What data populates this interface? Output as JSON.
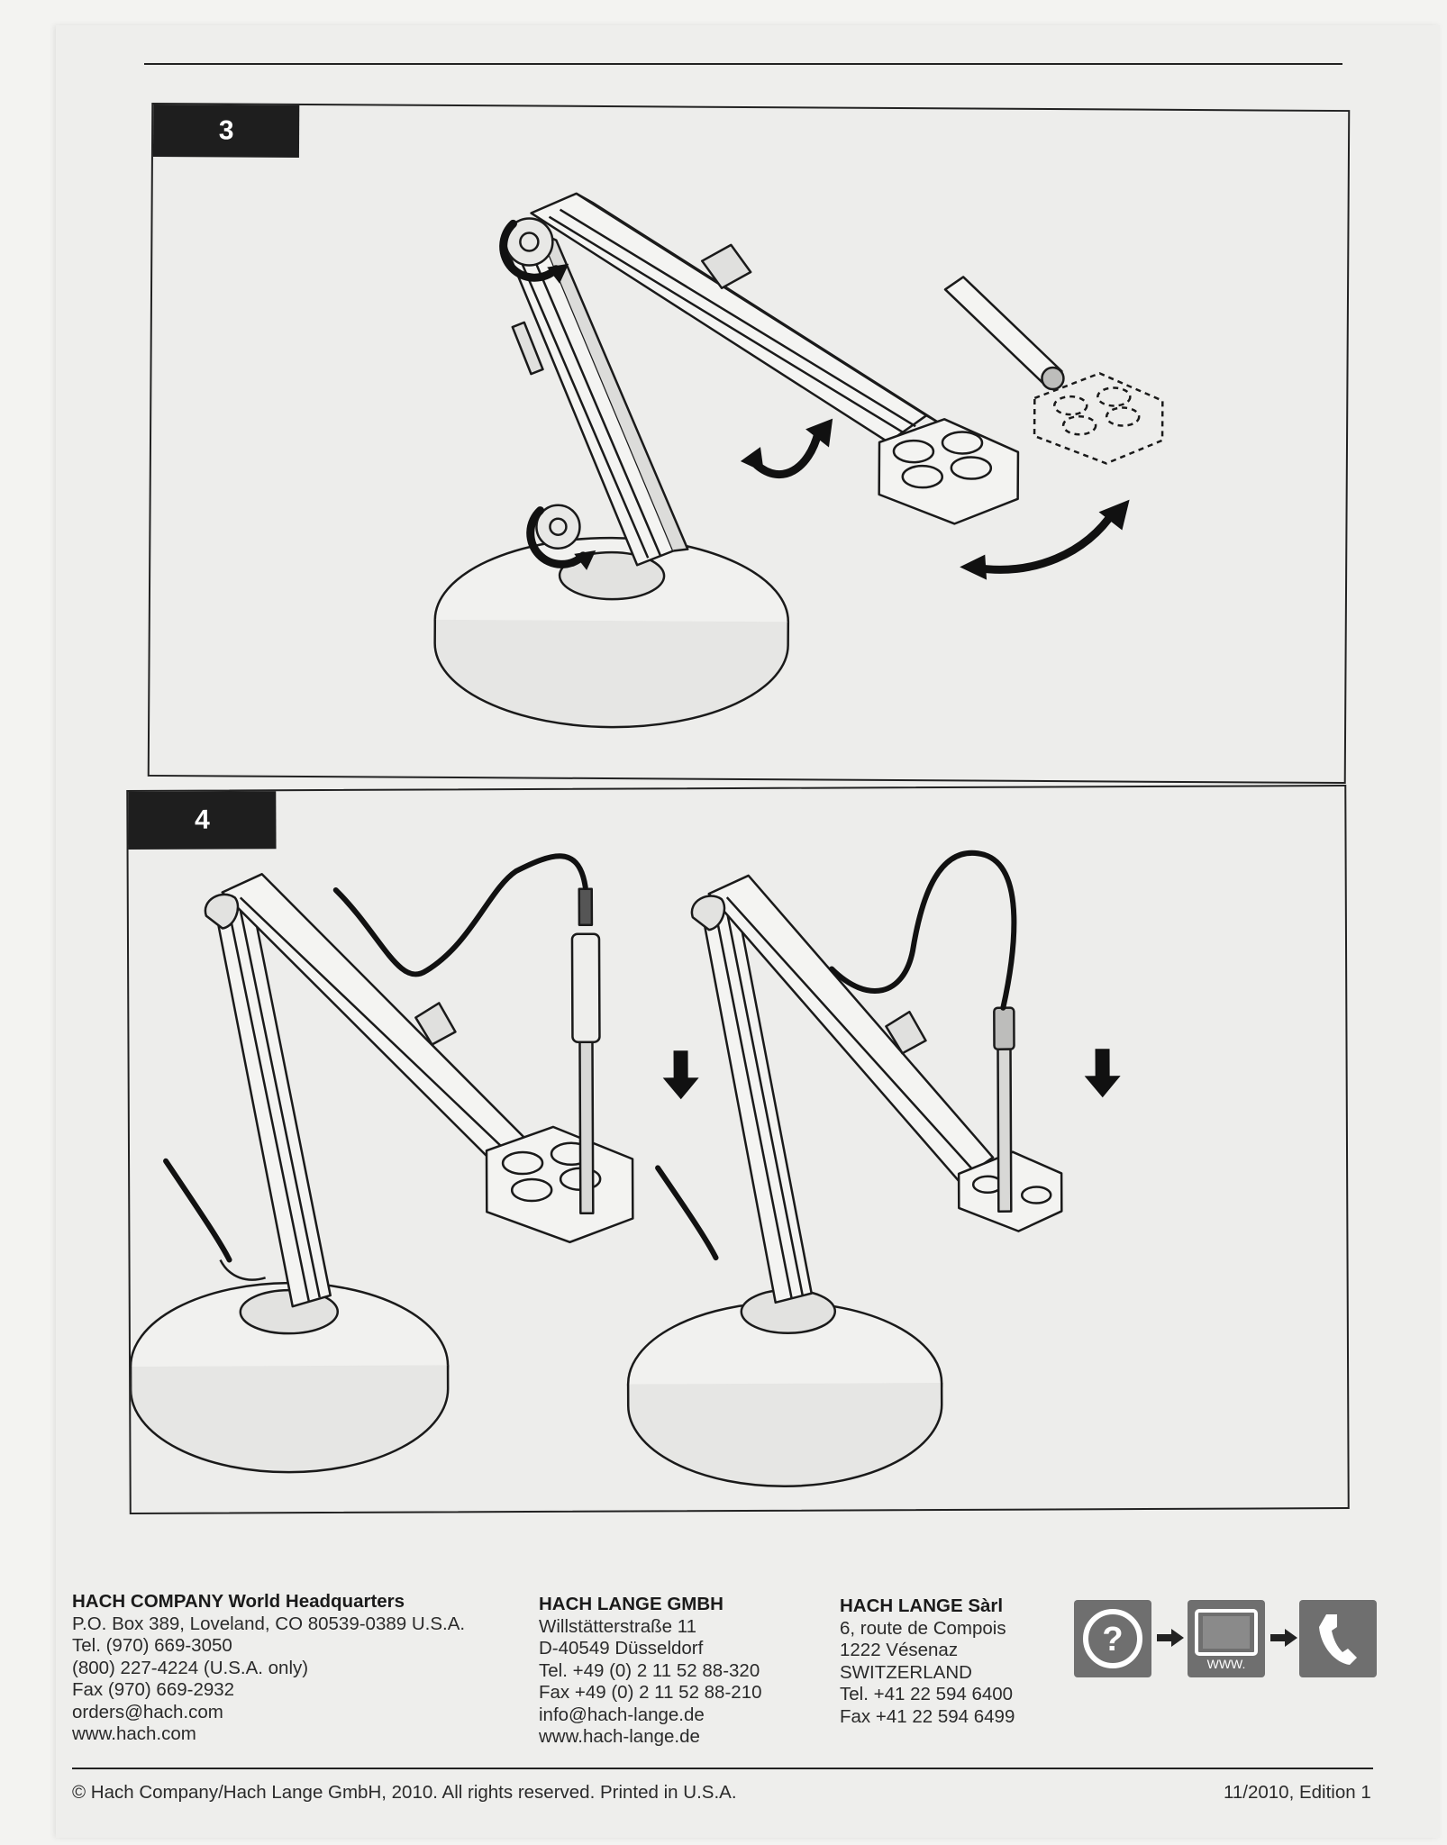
{
  "steps": [
    {
      "number": "3"
    },
    {
      "number": "4"
    }
  ],
  "footer": {
    "company_hq": {
      "name": "HACH COMPANY World Headquarters",
      "lines": [
        "P.O. Box 389, Loveland, CO 80539-0389 U.S.A.",
        "Tel. (970) 669-3050",
        "(800) 227-4224 (U.S.A. only)",
        "Fax (970) 669-2932",
        "orders@hach.com",
        "www.hach.com"
      ]
    },
    "hach_lange_gmbh": {
      "name": "HACH LANGE GMBH",
      "lines": [
        "Willstätterstraße 11",
        "D-40549 Düsseldorf",
        "Tel. +49 (0) 2 11 52 88-320",
        "Fax +49 (0) 2 11 52 88-210",
        "info@hach-lange.de",
        "www.hach-lange.de"
      ]
    },
    "hach_lange_sarl": {
      "name": "HACH LANGE Sàrl",
      "lines": [
        "6, route de Compois",
        "1222 Vésenaz",
        "SWITZERLAND",
        "Tel. +41 22 594 6400",
        "Fax +41 22 594 6499"
      ]
    },
    "help_icons": {
      "icons": [
        "question-icon",
        "arrow-right-icon",
        "www-monitor-icon",
        "arrow-right-icon",
        "phone-icon"
      ],
      "www_label": "WWW.",
      "color": "#6f6f6f"
    },
    "copyright": "© Hach Company/Hach Lange GmbH, 2010. All rights reserved. Printed in U.S.A.",
    "edition": "11/2010, Edition 1"
  }
}
